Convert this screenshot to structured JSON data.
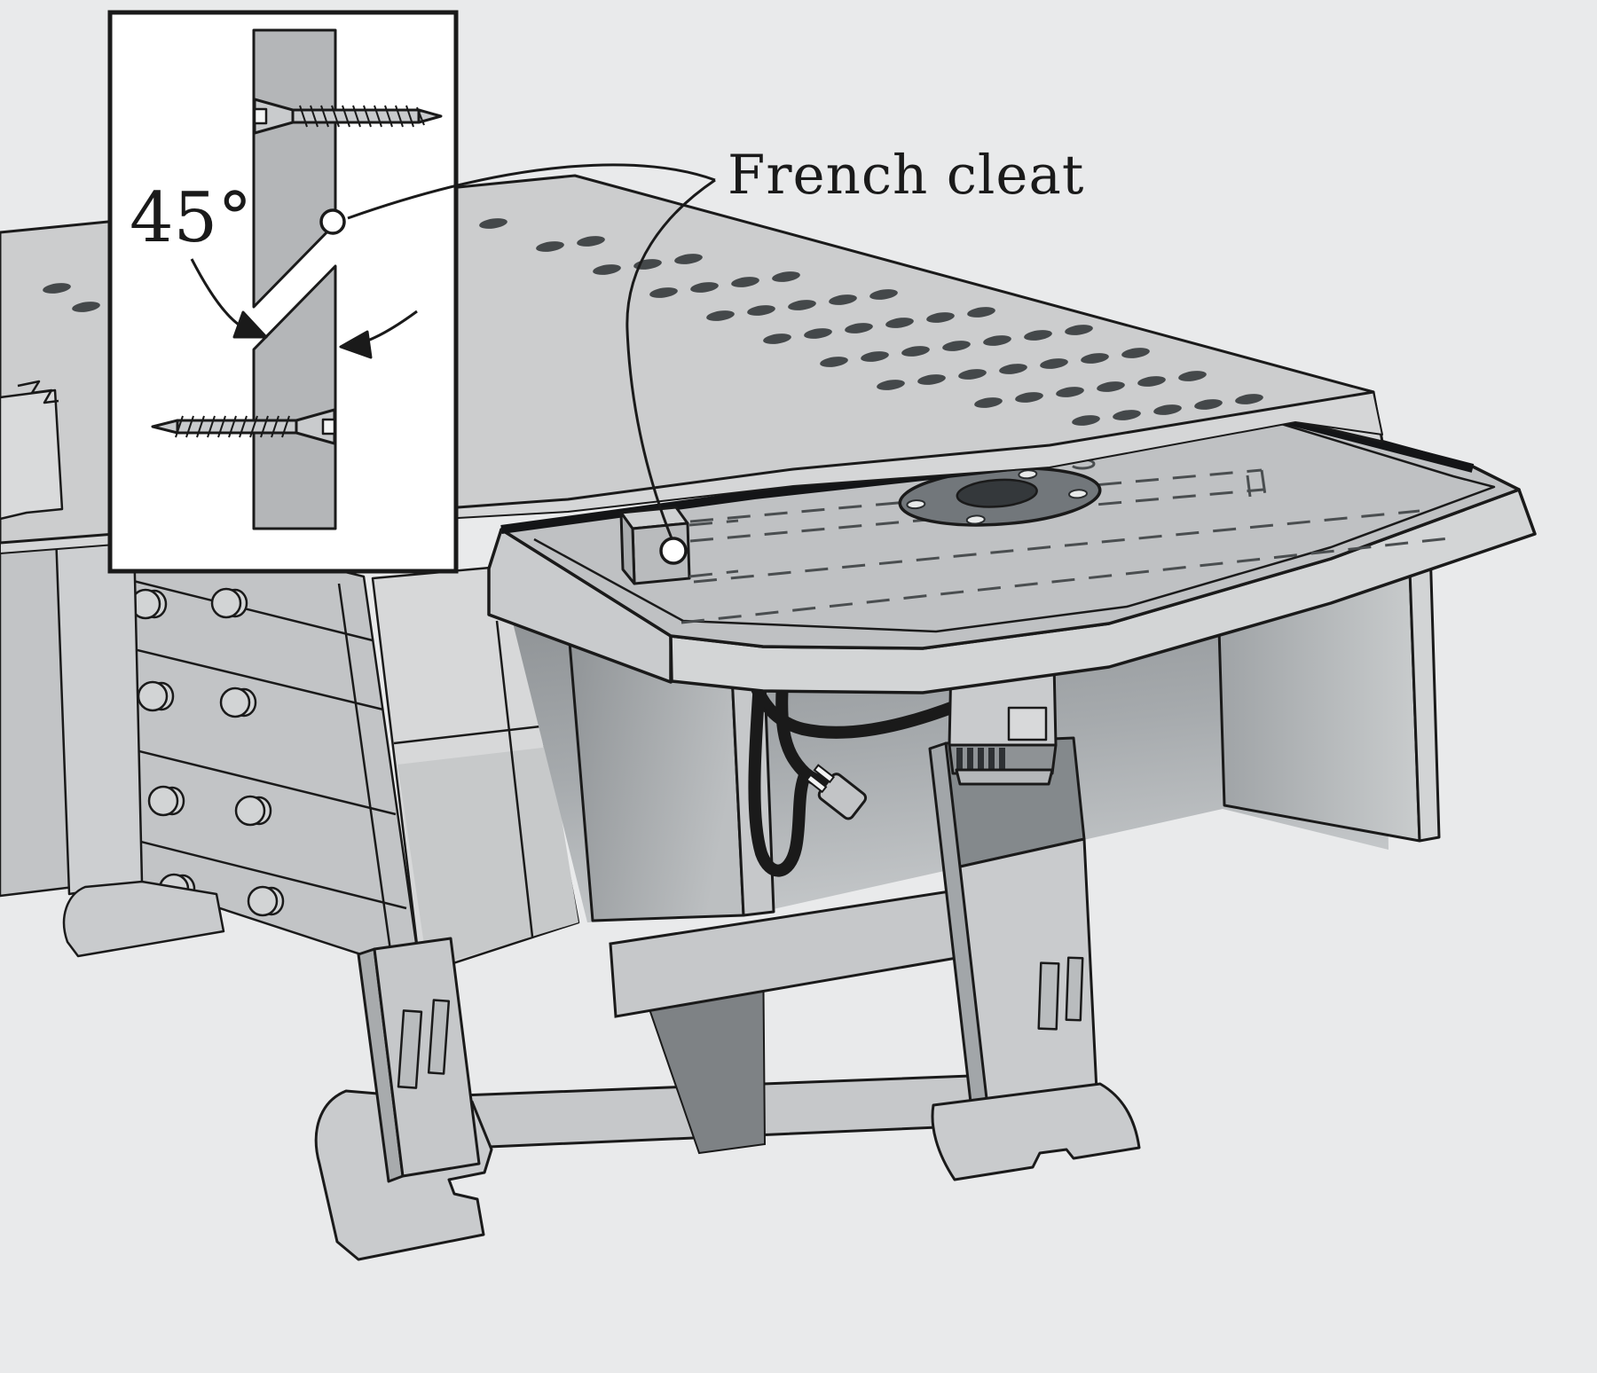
{
  "figure": {
    "type": "technical-illustration",
    "subject": "French cleat mounted router table on workbench",
    "callout_label": "French cleat",
    "angle_label": "45°"
  },
  "colors": {
    "background": "#e9eaeb",
    "outline": "#1a1a1a",
    "wood_light": "#d5d6d7",
    "wood_mid": "#c6c8c9",
    "wood_shadow": "#9aa0a3",
    "router_plate": "#72777b",
    "inset_background": "#ffffff"
  }
}
